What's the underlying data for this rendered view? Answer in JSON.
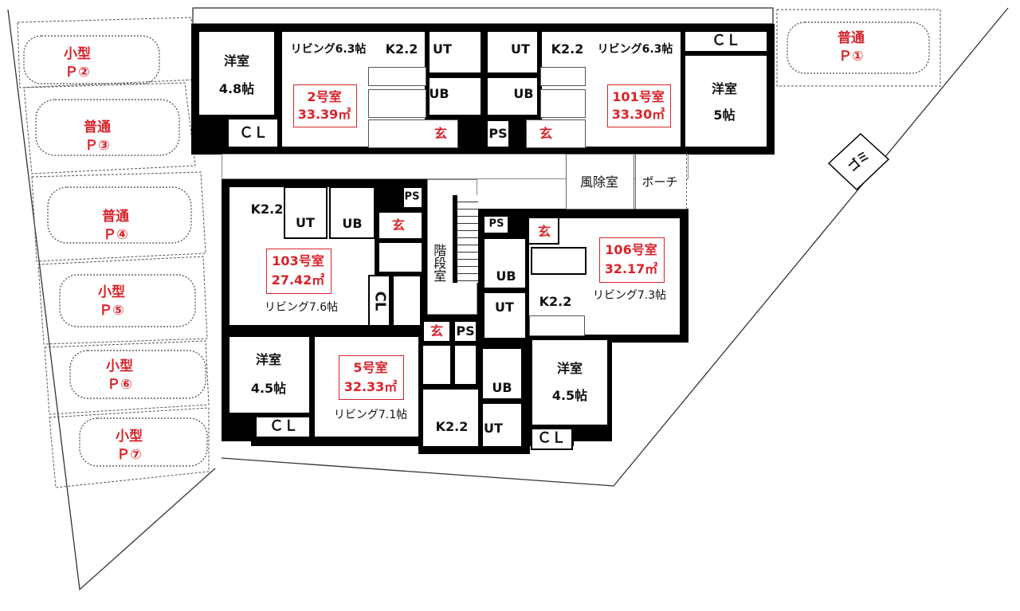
{
  "parking": [
    {
      "type": "普通",
      "slot": "Ｐ①"
    },
    {
      "type": "小型",
      "slot": "Ｐ②"
    },
    {
      "type": "普通",
      "slot": "Ｐ③"
    },
    {
      "type": "普通",
      "slot": "Ｐ④"
    },
    {
      "type": "小型",
      "slot": "Ｐ⑤"
    },
    {
      "type": "小型",
      "slot": "Ｐ⑥"
    },
    {
      "type": "小型",
      "slot": "Ｐ⑦"
    }
  ],
  "garbage": "ゴミ",
  "common": {
    "windbreak": "風除室",
    "porch": "ポーチ",
    "stairs": "階段室"
  },
  "units": {
    "u2": {
      "name": "2号室",
      "area": "33.39㎡",
      "living": "リビング6.3帖",
      "kitchen": "K2.2",
      "western": "洋室",
      "western_size": "4.8帖",
      "cl": "ＣＬ",
      "ut": "UT",
      "ub": "UB",
      "entry": "玄"
    },
    "u101": {
      "name": "101号室",
      "area": "33.30㎡",
      "living": "リビング6.3帖",
      "kitchen": "K2.2",
      "western": "洋室",
      "western_size": "5帖",
      "cl": "ＣＬ",
      "ut": "UT",
      "ub": "UB",
      "entry": "玄",
      "ps": "PS"
    },
    "u103": {
      "name": "103号室",
      "area": "27.42㎡",
      "living": "リビング7.6帖",
      "kitchen": "K2.2",
      "cl": "CL",
      "ut": "UT",
      "ub": "UB",
      "entry": "玄",
      "ps": "PS"
    },
    "u106": {
      "name": "106号室",
      "area": "32.17㎡",
      "living": "リビング7.3帖",
      "kitchen": "K2.2",
      "ut": "UT",
      "ub": "UB",
      "entry": "玄",
      "ps": "PS",
      "western": "洋室",
      "western_size": "4.5帖",
      "cl": "ＣＬ"
    },
    "u5": {
      "name": "5号室",
      "area": "32.33㎡",
      "living": "リビング7.1帖",
      "kitchen": "K2.2",
      "western": "洋室",
      "western_size": "4.5帖",
      "cl": "ＣＬ",
      "ut": "UT",
      "ub": "UB",
      "entry": "玄",
      "ps": "PS"
    }
  }
}
